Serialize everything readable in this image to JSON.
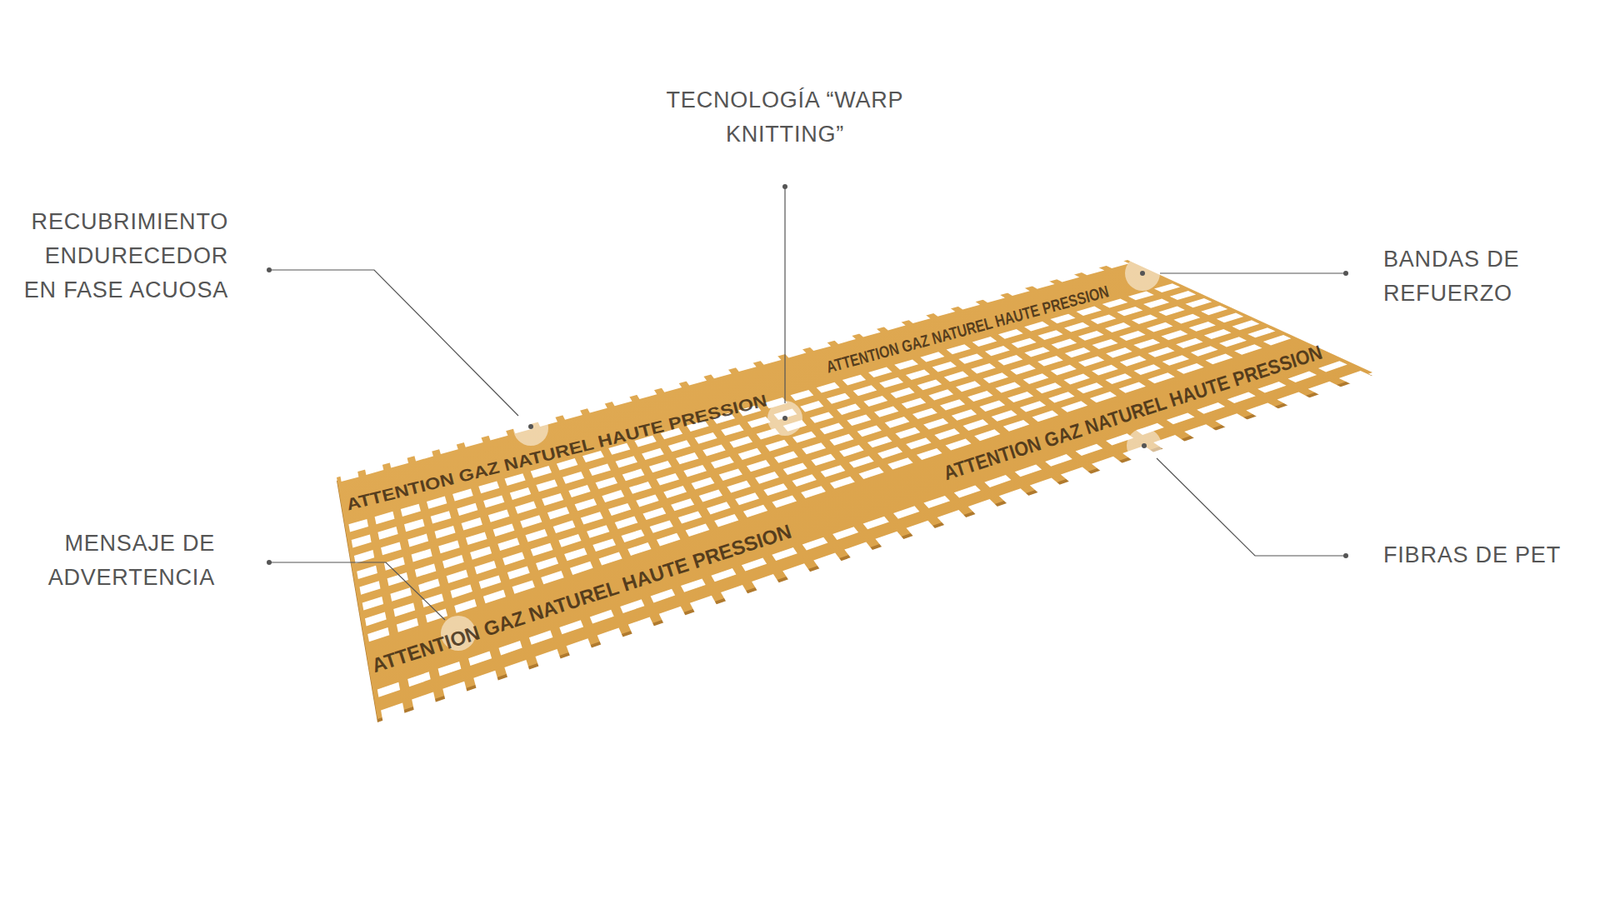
{
  "diagram": {
    "labels": [
      "TECNOLOGÍA “WARP KNITTING”",
      "RECUBRIMIENTO ENDURECEDOR EN FASE ACUOSA",
      "BANDAS DE REFUERZO",
      "ATTENTION GAZ NATUREL HAUTE PRESSION",
      "ATTENTION GAZ NATUREL HAUTE PRESSION",
      "ATTENTION GAZ NATUREL HAUTE PRESSION",
      "ATTENTION GAZ NATUREL HAUTE PRESSION",
      "MENSAJE DE ADVERTENCIA",
      "FIBRAS DE PET"
    ]
  }
}
